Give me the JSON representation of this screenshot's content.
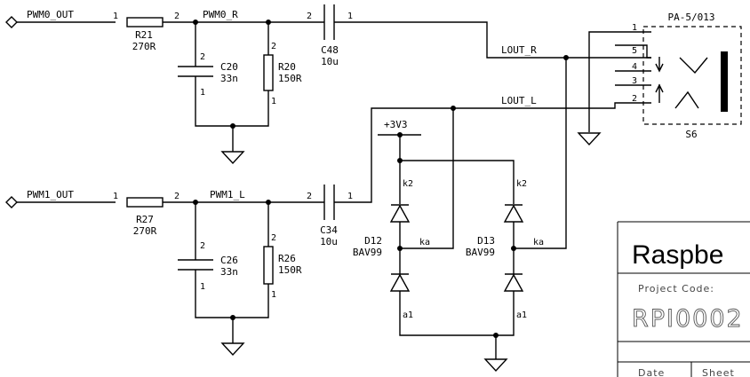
{
  "nets": {
    "pwm0_out": "PWM0_OUT",
    "pwm1_out": "PWM1_OUT",
    "pwm0_r": "PWM0_R",
    "pwm1_l": "PWM1_L",
    "lout_r": "LOUT_R",
    "lout_l": "LOUT_L",
    "v3v3": "+3V3"
  },
  "components": {
    "r21": {
      "ref": "R21",
      "value": "270R"
    },
    "r27": {
      "ref": "R27",
      "value": "270R"
    },
    "r20": {
      "ref": "R20",
      "value": "150R"
    },
    "r26": {
      "ref": "R26",
      "value": "150R"
    },
    "c20": {
      "ref": "C20",
      "value": "33n"
    },
    "c26": {
      "ref": "C26",
      "value": "33n"
    },
    "c48": {
      "ref": "C48",
      "value": "10u"
    },
    "c34": {
      "ref": "C34",
      "value": "10u"
    },
    "d12": {
      "ref": "D12",
      "value": "BAV99"
    },
    "d13": {
      "ref": "D13",
      "value": "BAV99"
    },
    "s6": {
      "ref": "S6",
      "value": "PA-5/013"
    }
  },
  "pins": {
    "p1": "1",
    "p2": "2",
    "p3": "3",
    "p4": "4",
    "p5": "5",
    "k2": "k2",
    "ka": "ka",
    "a1": "a1"
  },
  "title_block": {
    "title": "Raspbe",
    "project_code_label": "Project Code:",
    "project_code": "RPI0002",
    "date_label": "Date",
    "sheet_label": "Sheet"
  }
}
